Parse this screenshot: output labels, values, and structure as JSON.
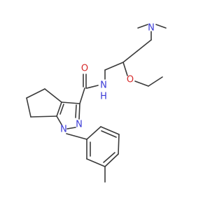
{
  "atoms": {
    "dimethylamino_n": {
      "symbol": "N",
      "color": "#3a3ad6"
    },
    "amide_n": {
      "symbol": "N",
      "color": "#3a3ad6"
    },
    "amide_h": {
      "symbol": "H",
      "color": "#3a3ad6"
    },
    "carbonyl_o": {
      "symbol": "O",
      "color": "#d62a2a"
    },
    "ether_o": {
      "symbol": "O",
      "color": "#d62a2a"
    },
    "pyrazole_n2": {
      "symbol": "N",
      "color": "#3a3ad6"
    },
    "pyrazole_n1": {
      "symbol": "N",
      "color": "#3a3ad6"
    }
  },
  "colors": {
    "bond": "#3a3a3a",
    "nitrogen": "#3a3ad6",
    "oxygen": "#d62a2a",
    "background": "#ffffff"
  }
}
